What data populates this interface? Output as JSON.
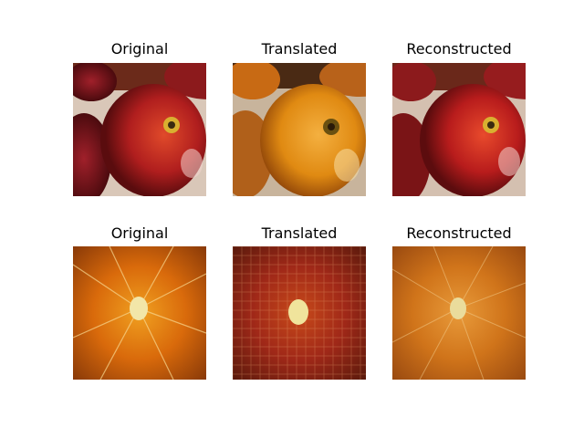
{
  "figure": {
    "rows": [
      {
        "name": "apple",
        "panels": [
          {
            "title": "Original"
          },
          {
            "title": "Translated"
          },
          {
            "title": "Reconstructed"
          }
        ]
      },
      {
        "name": "orange",
        "panels": [
          {
            "title": "Original"
          },
          {
            "title": "Translated"
          },
          {
            "title": "Reconstructed"
          }
        ]
      }
    ]
  },
  "colors": {
    "background": "#ffffff",
    "title_text": "#000000",
    "apple_red": "#b01e1e",
    "apple_dark": "#5a0c0e",
    "orange_fruit": "#d96a0b",
    "orange_dark": "#8a3a08",
    "pith": "#f2e6a8"
  }
}
